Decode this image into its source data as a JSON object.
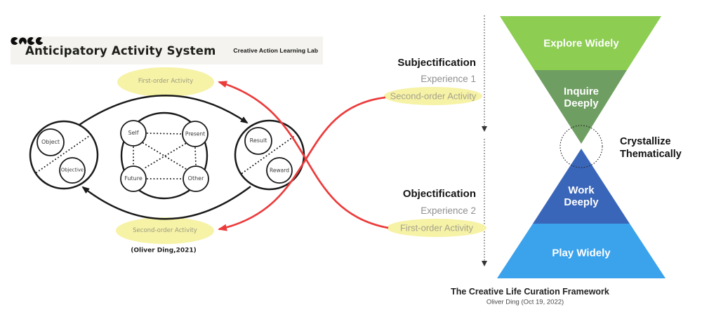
{
  "colors": {
    "header_bg": "#F4F3EF",
    "ink": "#1A1A1A",
    "highlight_yellow": "#F6F2A6",
    "arrow_red": "#EC3B3B",
    "explore_green": "#8CCD52",
    "inquire_green": "#6F9E62",
    "work_blue": "#3A66B9",
    "play_blue": "#3BA2EC"
  },
  "left_panel": {
    "title": "Anticipatory Activity System",
    "logo_text": "Creative Action Learning Lab",
    "top_ellipse_label": "First-order Activity",
    "bottom_ellipse_label": "Second-order Activity",
    "attribution": "(Oliver Ding,2021)",
    "object_circle": {
      "top": "Object",
      "bottom": "Objective"
    },
    "center_circle": {
      "top_left": "Self",
      "top_right": "Present",
      "bottom_left": "Future",
      "bottom_right": "Other"
    },
    "result_circle": {
      "top": "Result",
      "bottom": "Reward"
    }
  },
  "middle_panel": {
    "subjectification": {
      "heading": "Subjectification",
      "subheading": "Experience 1",
      "ellipse_label": "Second-order Activity"
    },
    "objectification": {
      "heading": "Objectification",
      "subheading": "Experience 2",
      "ellipse_label": "First-order Activity"
    }
  },
  "right_panel": {
    "explore_label": "Explore Widely",
    "inquire_line1": "Inquire",
    "inquire_line2": "Deeply",
    "work_line1": "Work",
    "work_line2": "Deeply",
    "play_label": "Play Widely",
    "crystallize_line1": "Crystallize",
    "crystallize_line2": "Thematically",
    "caption_title": "The Creative Life Curation Framework",
    "caption_byline": "Oliver Ding (Oct 19, 2022)"
  }
}
